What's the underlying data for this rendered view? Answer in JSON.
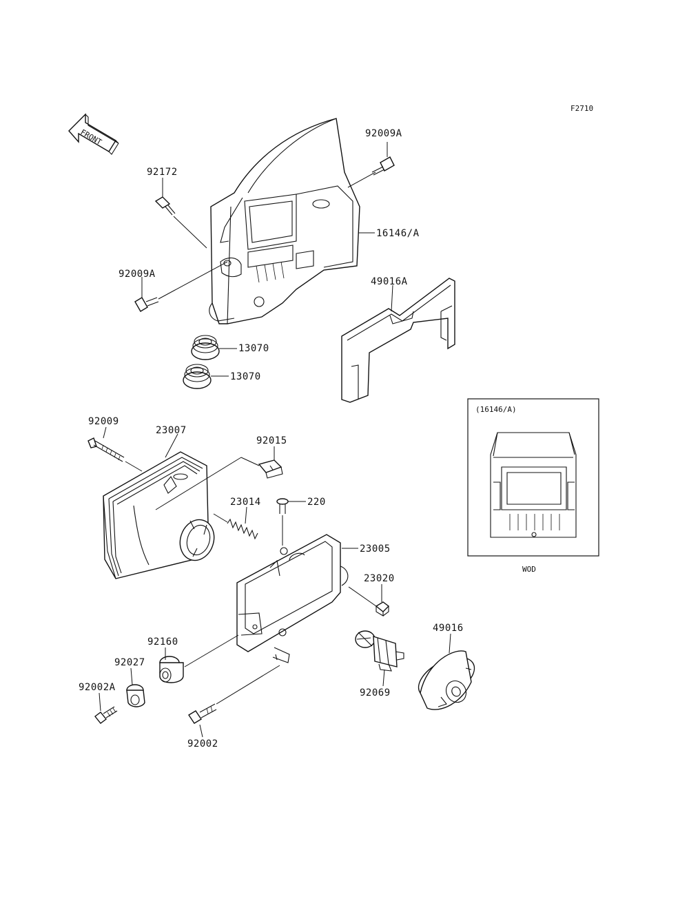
{
  "diagram": {
    "figure_ref": "F2710",
    "front_arrow_label": "FRONT",
    "inset_title": "(16146/A)",
    "inset_caption": "WOD",
    "parts": {
      "p92009A_top": "92009A",
      "p92172": "92172",
      "p16146A": "16146/A",
      "p92009A_left": "92009A",
      "p49016A": "49016A",
      "p13070_upper": "13070",
      "p13070_lower": "13070",
      "p92009": "92009",
      "p23007": "23007",
      "p92015": "92015",
      "p23014": "23014",
      "p220": "220",
      "p23005": "23005",
      "p23020": "23020",
      "p49016": "49016",
      "p92160": "92160",
      "p92027": "92027",
      "p92002A": "92002A",
      "p92069": "92069",
      "p92002": "92002"
    }
  }
}
